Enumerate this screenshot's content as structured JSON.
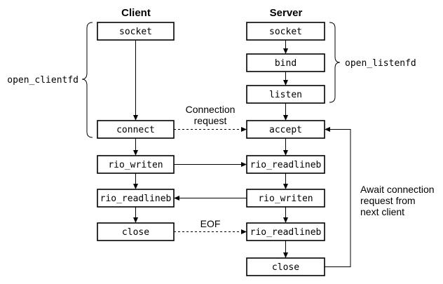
{
  "headers": {
    "client": "Client",
    "server": "Server"
  },
  "client": {
    "socket": "socket",
    "connect": "connect",
    "rio_writen": "rio_writen",
    "rio_readlineb": "rio_readlineb",
    "close": "close"
  },
  "server": {
    "socket": "socket",
    "bind": "bind",
    "listen": "listen",
    "accept": "accept",
    "rio_readlineb": "rio_readlineb",
    "rio_writen": "rio_writen",
    "rio_readlineb_2": "rio_readlineb",
    "close": "close"
  },
  "groups": {
    "open_clientfd": "open_clientfd",
    "open_listenfd": "open_listenfd"
  },
  "annotations": {
    "connection_request_line1": "Connection",
    "connection_request_line2": "request",
    "eof": "EOF",
    "await_line1": "Await connection",
    "await_line2": "request from",
    "await_line3": "next client"
  }
}
